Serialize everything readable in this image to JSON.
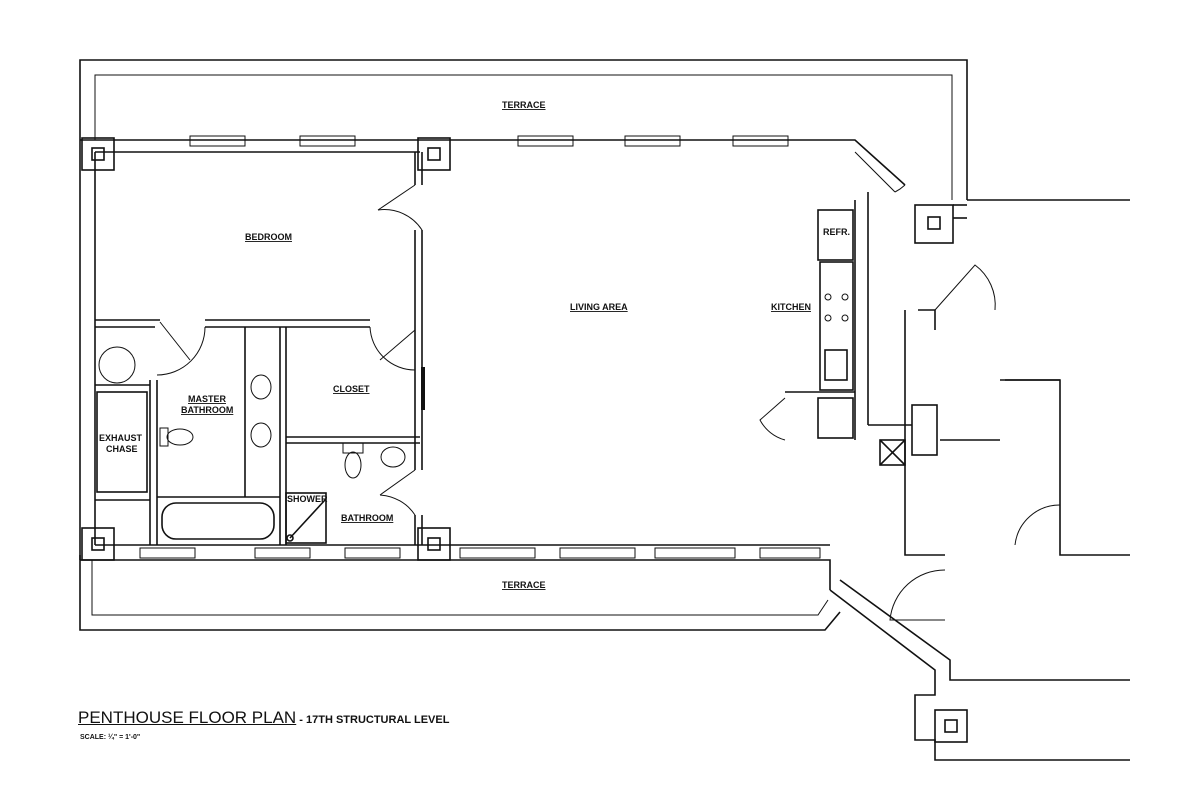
{
  "title": {
    "main": "PENTHOUSE FLOOR PLAN",
    "separator": " - ",
    "subtitle": "17TH STRUCTURAL LEVEL",
    "scale": "SCALE: ¼\" = 1'-0\""
  },
  "rooms": {
    "terrace_top": "TERRACE",
    "terrace_bottom": "TERRACE",
    "bedroom": "BEDROOM",
    "living_area": "LIVING AREA",
    "kitchen": "KITCHEN",
    "refrigerator": "REFR.",
    "closet": "CLOSET",
    "master_bathroom_line1": "MASTER",
    "master_bathroom_line2": "BATHROOM",
    "exhaust_chase_line1": "EXHAUST",
    "exhaust_chase_line2": "CHASE",
    "shower": "SHOWER",
    "bathroom": "BATHROOM"
  }
}
